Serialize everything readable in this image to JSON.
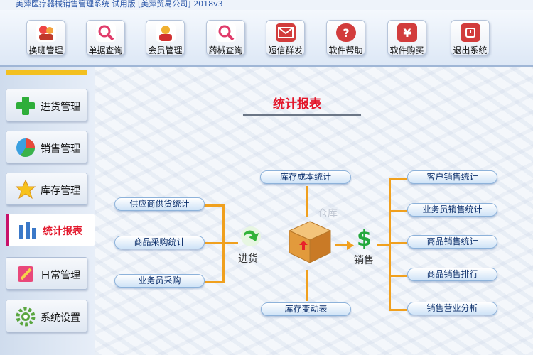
{
  "window": {
    "title": "美萍医疗器械销售管理系统 试用版 [美萍贸易公司]  2018v3"
  },
  "toolbar": {
    "items": [
      {
        "label": "换班管理",
        "icon": "users-icon",
        "color": "#c83a3a"
      },
      {
        "label": "单据查询",
        "icon": "magnifier-icon",
        "color": "#c83a3a"
      },
      {
        "label": "会员管理",
        "icon": "member-icon",
        "color": "#c83a3a"
      },
      {
        "label": "药械查询",
        "icon": "magnifier-icon",
        "color": "#c83a3a"
      },
      {
        "label": "短信群发",
        "icon": "envelope-icon",
        "color": "#d23c3c"
      },
      {
        "label": "软件帮助",
        "icon": "help-icon",
        "color": "#d23c3c"
      },
      {
        "label": "软件购买",
        "icon": "yen-icon",
        "color": "#d23c3c"
      },
      {
        "label": "退出系统",
        "icon": "power-icon",
        "color": "#d23c3c"
      }
    ]
  },
  "sidebar": {
    "items": [
      {
        "label": "进货管理",
        "icon": "plus-icon"
      },
      {
        "label": "销售管理",
        "icon": "pie-chart-icon"
      },
      {
        "label": "库存管理",
        "icon": "star-icon"
      },
      {
        "label": "统计报表",
        "icon": "bar-chart-icon",
        "active": true
      },
      {
        "label": "日常管理",
        "icon": "brush-icon"
      },
      {
        "label": "系统设置",
        "icon": "gear-icon"
      }
    ]
  },
  "report": {
    "title": "统计报表",
    "purchase_items": [
      "供应商供货统计",
      "商品采购统计",
      "业务员采购"
    ],
    "purchase_label": "进货",
    "warehouse_label": "仓库",
    "sales_label": "销售",
    "stock_cost": "库存成本统计",
    "stock_change": "库存变动表",
    "sales_items": [
      "客户销售统计",
      "业务员销售统计",
      "商品销售统计",
      "商品销售排行",
      "销售营业分析"
    ],
    "accent_color": "#f0a01e",
    "title_color": "#e3162a"
  }
}
